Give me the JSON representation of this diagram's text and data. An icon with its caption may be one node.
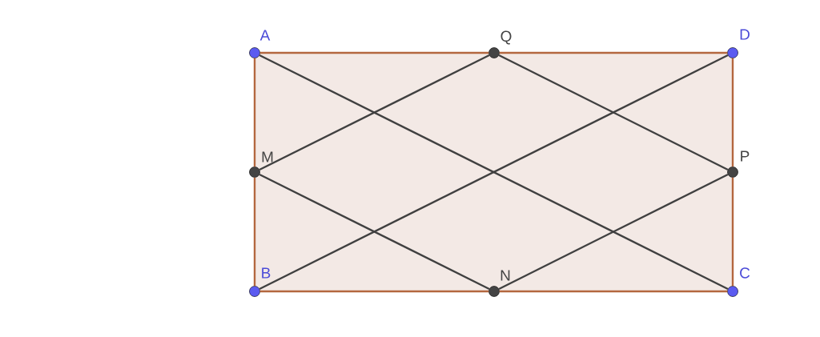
{
  "diagram": {
    "nodes": [
      {
        "text": [],
        "shape": "circle",
        "beside": [
          "A"
        ]
      },
      {
        "text": [],
        "shape": "circle",
        "beside": [
          "Q"
        ]
      },
      {
        "text": [],
        "shape": "circle",
        "beside": [
          "D"
        ]
      },
      {
        "text": [],
        "shape": "circle",
        "beside": [
          "M"
        ]
      },
      {
        "text": [],
        "shape": "circle",
        "beside": [
          "P"
        ]
      },
      {
        "text": [],
        "shape": "circle",
        "beside": [
          "B"
        ]
      },
      {
        "text": [],
        "shape": "circle",
        "beside": [
          "N"
        ]
      },
      {
        "text": [],
        "shape": "circle",
        "beside": [
          "C"
        ]
      }
    ],
    "edges": [
      {
        "from": 0,
        "to": 1,
        "arrow": "none"
      },
      {
        "from": 1,
        "to": 2,
        "arrow": "none"
      },
      {
        "from": 2,
        "to": 4,
        "arrow": "none"
      },
      {
        "from": 4,
        "to": 7,
        "arrow": "none"
      },
      {
        "from": 7,
        "to": 6,
        "arrow": "none"
      },
      {
        "from": 6,
        "to": 5,
        "arrow": "none"
      },
      {
        "from": 5,
        "to": 3,
        "arrow": "none"
      },
      {
        "from": 3,
        "to": 0,
        "arrow": "none"
      },
      {
        "from": 0,
        "to": 7,
        "arrow": "none",
        "color": "#404040"
      },
      {
        "from": 1,
        "to": 3,
        "arrow": "none",
        "color": "#404040"
      },
      {
        "from": 1,
        "to": 4,
        "arrow": "none",
        "color": "#404040"
      },
      {
        "from": 2,
        "to": 5,
        "arrow": "none",
        "color": "#404040"
      },
      {
        "from": 3,
        "to": 6,
        "arrow": "none",
        "color": "#404040"
      },
      {
        "from": 4,
        "to": 6,
        "arrow": "none",
        "color": "#404040"
      }
    ]
  }
}
